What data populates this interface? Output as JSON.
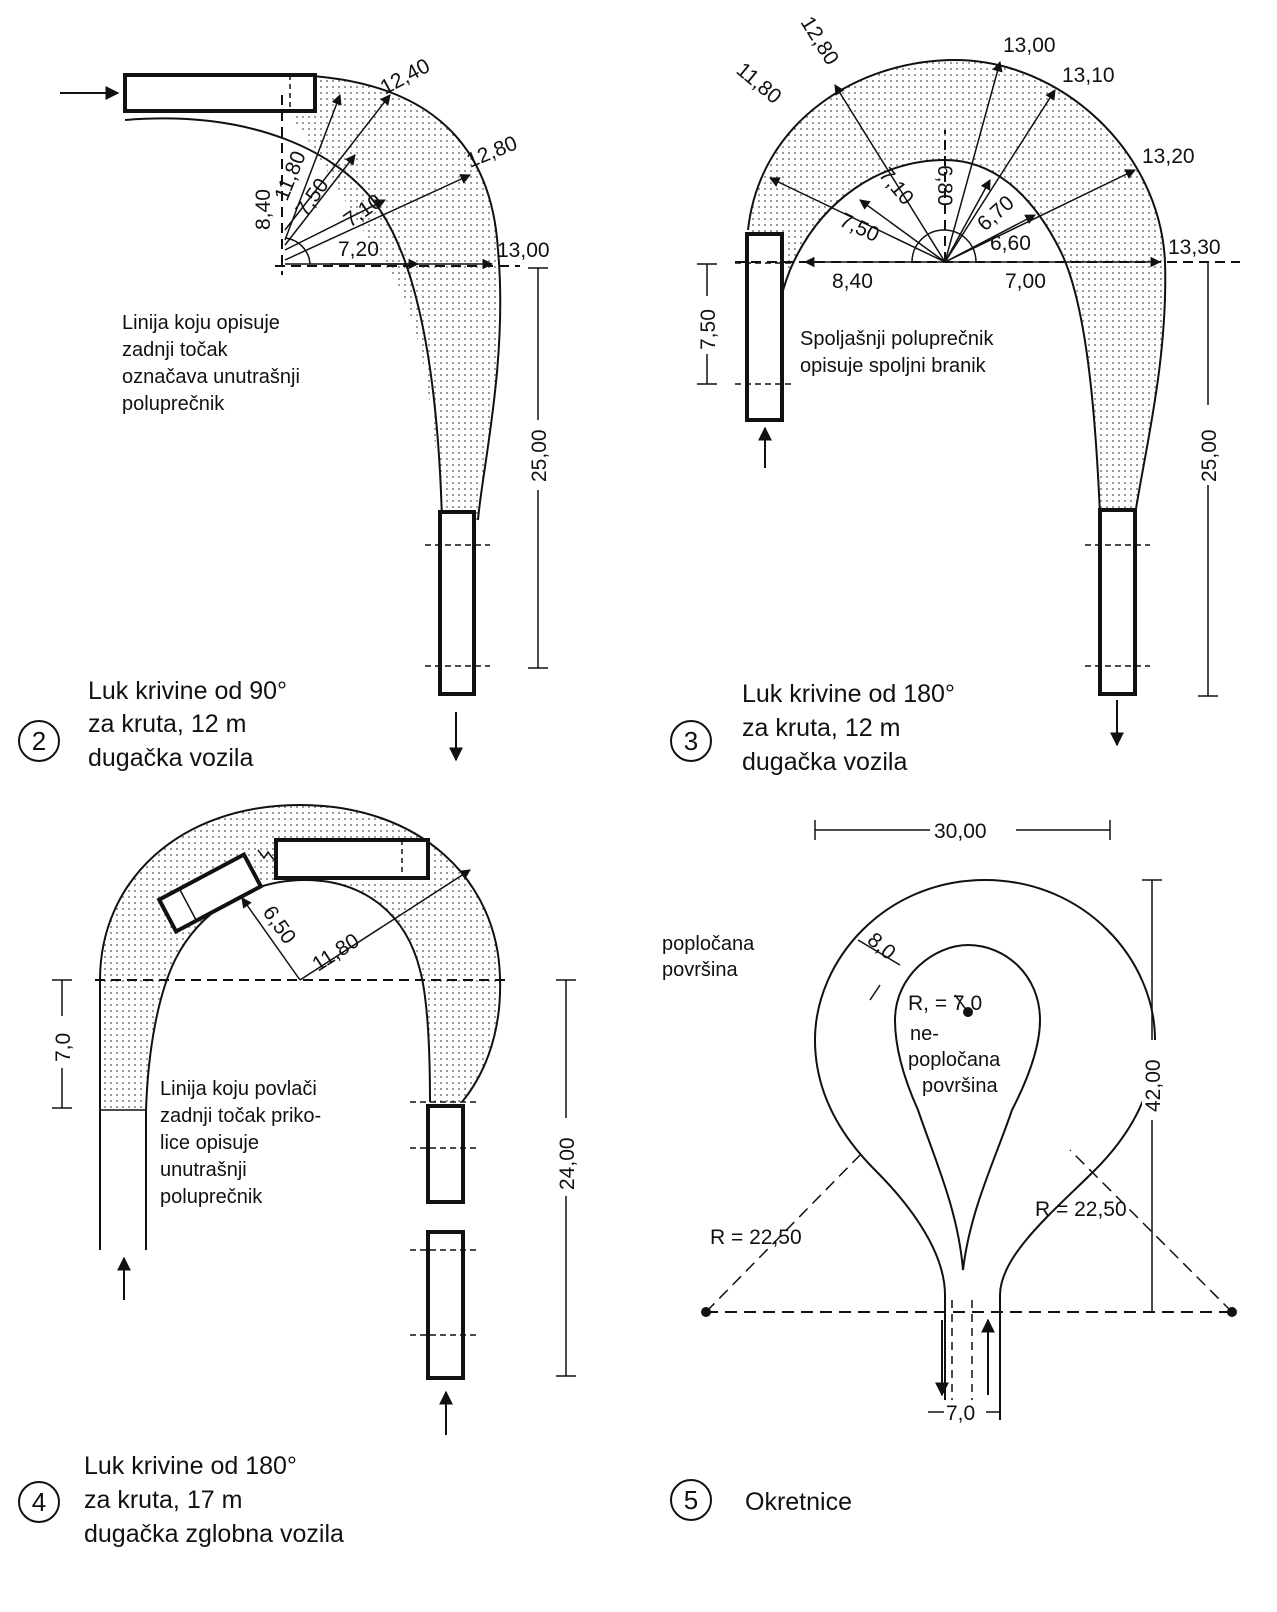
{
  "figure_2": {
    "number": "2",
    "caption": [
      "Luk krivine od 90°",
      "za kruta, 12 m",
      "dugačka vozila"
    ],
    "note": [
      "Linija koju opisuje",
      "zadnji točak",
      "označava unutrašnji",
      "poluprečnik"
    ],
    "dims": {
      "outer_1": "12,40",
      "outer_2": "12,80",
      "outer_3": "13,00",
      "inner_1": "11,80",
      "inner_2": "7,50",
      "inner_3": "7,10",
      "inner_4": "7,20",
      "offset": "8,40",
      "straight": "25,00"
    }
  },
  "figure_3": {
    "number": "3",
    "caption": [
      "Luk krivine od 180°",
      "za kruta, 12 m",
      "dugačka vozila"
    ],
    "note": [
      "Spoljašnji poluprečnik",
      "opisuje spoljni branik"
    ],
    "dims": {
      "outer_1": "12,80",
      "outer_2": "11,80",
      "outer_3": "13,00",
      "outer_4": "13,10",
      "outer_5": "13,20",
      "outer_6": "13,30",
      "inner_1": "7,10",
      "inner_2": "6,80",
      "inner_3": "6,70",
      "inner_4": "7,50",
      "inner_5": "6,60",
      "base_left": "8,40",
      "base_right": "7,00",
      "offset": "7,50",
      "straight": "25,00"
    }
  },
  "figure_4": {
    "number": "4",
    "caption": [
      "Luk krivine od 180°",
      "za kruta, 17 m",
      "dugačka zglobna vozila"
    ],
    "note": [
      "Linija koju povlači",
      "zadnji točak priko-",
      "lice opisuje",
      "unutrašnji",
      "poluprečnik"
    ],
    "dims": {
      "inner": "6,50",
      "outer": "11,80",
      "offset": "7,0",
      "straight": "24,00"
    }
  },
  "figure_5": {
    "number": "5",
    "caption": [
      "Okretnice"
    ],
    "labels": {
      "paved": [
        "popločana",
        "površina"
      ],
      "unpaved": [
        "ne-",
        "popločana",
        "površina"
      ],
      "inner_radius": "R, = 7,0",
      "ring_width": "8,0",
      "r_left": "R = 22,50",
      "r_right": "R = 22,50",
      "width": "30,00",
      "height": "42,00",
      "entry": "7,0"
    }
  }
}
